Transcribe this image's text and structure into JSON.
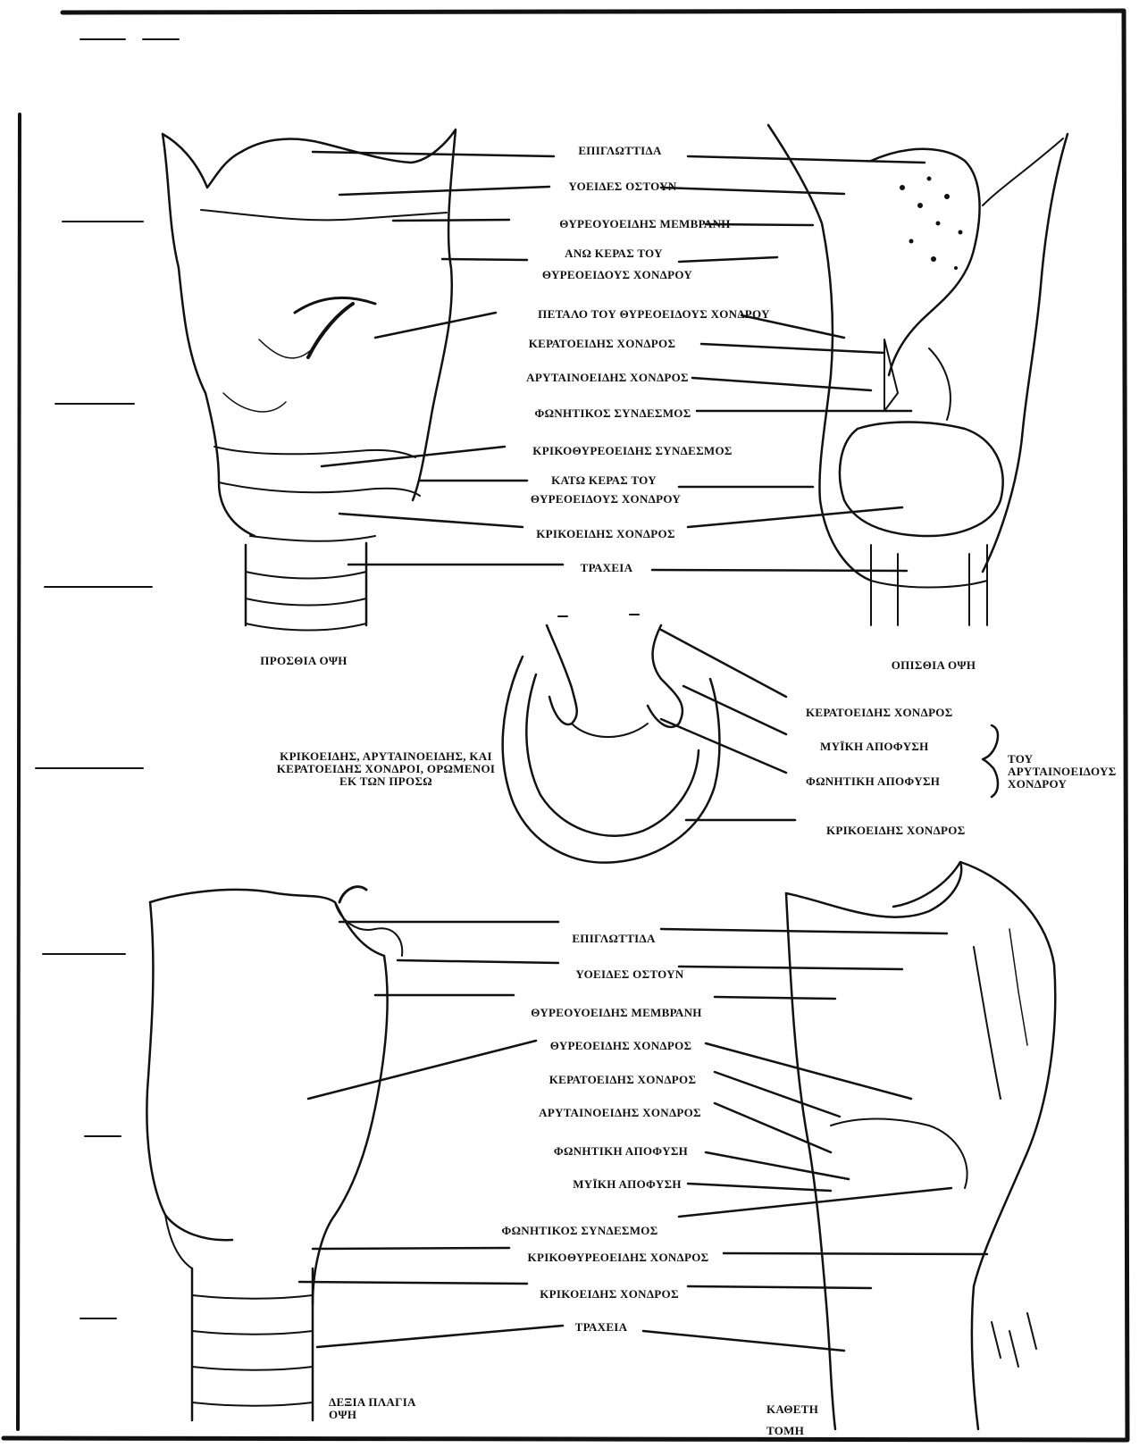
{
  "top": {
    "labels": [
      "ΕΠΙΓΛΩΤΤΙΔΑ",
      "ΥΟΕΙΔΕΣ ΟΣΤΟΥΝ",
      "ΘΥΡΕΟΥΟΕΙΔΗΣ ΜΕΜΒΡΑΝΗ",
      "ΑΝΩ ΚΕΡΑΣ ΤΟΥ",
      "ΘΥΡΕΟΕΙΔΟΥΣ ΧΟΝΔΡΟΥ",
      "ΠΕΤΑΛΟ ΤΟΥ ΘΥΡΕΟΕΙΔΟΥΣ ΧΟΝΔΡΟΥ",
      "ΚΕΡΑΤΟΕΙΔΗΣ ΧΟΝΔΡΟΣ",
      "ΑΡΥΤΑΙΝΟΕΙΔΗΣ ΧΟΝΔΡΟΣ",
      "ΦΩΝΗΤΙΚΟΣ ΣΥΝΔΕΣΜΟΣ",
      "ΚΡΙΚΟΘΥΡΕΟΕΙΔΗΣ ΣΥΝΔΕΣΜΟΣ",
      "ΚΑΤΩ ΚΕΡΑΣ ΤΟΥ",
      "ΘΥΡΕΟΕΙΔΟΥΣ ΧΟΝΔΡΟΥ",
      "ΚΡΙΚΟΕΙΔΗΣ ΧΟΝΔΡΟΣ",
      "ΤΡΑΧΕΙΑ"
    ],
    "front_caption": "ΠΡΟΣΘΙΑ ΟΨΗ",
    "back_caption": "ΟΠΙΣΘΙΑ ΟΨΗ"
  },
  "middle": {
    "caption": "ΚΡΙΚΟΕΙΔΗΣ, ΑΡΥΤΑΙΝΟΕΙΔΗΣ, ΚΑΙ ΚΕΡΑΤΟΕΙΔΗΣ ΧΟΝΔΡΟΙ, ΟΡΩΜΕΝΟΙ ΕΚ ΤΩΝ ΠΡΟΣΩ",
    "labels": [
      "ΚΕΡΑΤΟΕΙΔΗΣ ΧΟΝΔΡΟΣ",
      "ΜΥΪΚΗ ΑΠΟΦΥΣΗ",
      "ΦΩΝΗΤΙΚΗ ΑΠΟΦΥΣΗ",
      "ΚΡΙΚΟΕΙΔΗΣ ΧΟΝΔΡΟΣ"
    ],
    "brace_text": "ΤΟΥ ΑΡΥΤΑΙΝΟΕΙΔΟΥΣ ΧΟΝΔΡΟΥ"
  },
  "bottom": {
    "labels": [
      "ΕΠΙΓΛΩΤΤΙΔΑ",
      "ΥΟΕΙΔΕΣ ΟΣΤΟΥΝ",
      "ΘΥΡΕΟΥΟΕΙΔΗΣ ΜΕΜΒΡΑΝΗ",
      "ΘΥΡΕΟΕΙΔΗΣ ΧΟΝΔΡΟΣ",
      "ΚΕΡΑΤΟΕΙΔΗΣ ΧΟΝΔΡΟΣ",
      "ΑΡΥΤΑΙΝΟΕΙΔΗΣ ΧΟΝΔΡΟΣ",
      "ΦΩΝΗΤΙΚΗ ΑΠΟΦΥΣΗ",
      "ΜΥΪΚΗ ΑΠΟΦΥΣΗ",
      "ΦΩΝΗΤΙΚΟΣ ΣΥΝΔΕΣΜΟΣ",
      "ΚΡΙΚΟΘΥΡΕΟΕΙΔΗΣ ΧΟΝΔΡΟΣ",
      "ΚΡΙΚΟΕΙΔΗΣ ΧΟΝΔΡΟΣ",
      "ΤΡΑΧΕΙΑ"
    ],
    "left_caption": "ΔΕΞΙΑ ΠΛΑΓΙΑ ΟΨΗ",
    "right_caption": "ΚΑΘΕΤΗ ΤΟΜΗ"
  }
}
